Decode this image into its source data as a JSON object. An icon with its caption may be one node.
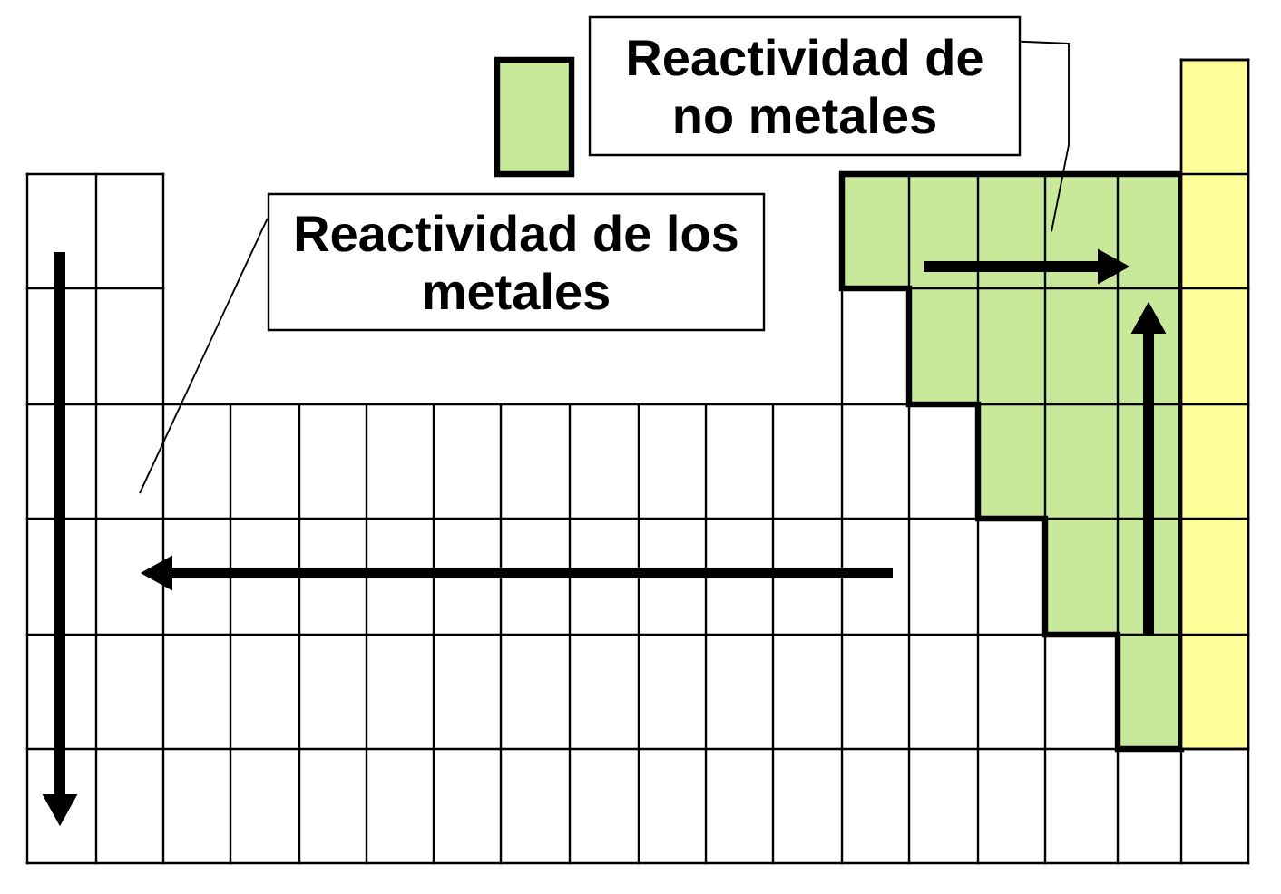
{
  "diagram": {
    "nodes": [
      {
        "text": [
          "Reactividad de no metales"
        ]
      },
      {
        "text": [
          "Reactividad de los metales"
        ]
      },
      {
        "text": [],
        "shape": "box"
      },
      {
        "text": [],
        "shape": "bar"
      }
    ],
    "edges": [
      {
        "from": 0,
        "to": 2,
        "arrow": "none"
      },
      {
        "from": 1,
        "to": null,
        "arrow": "none"
      }
    ]
  }
}
